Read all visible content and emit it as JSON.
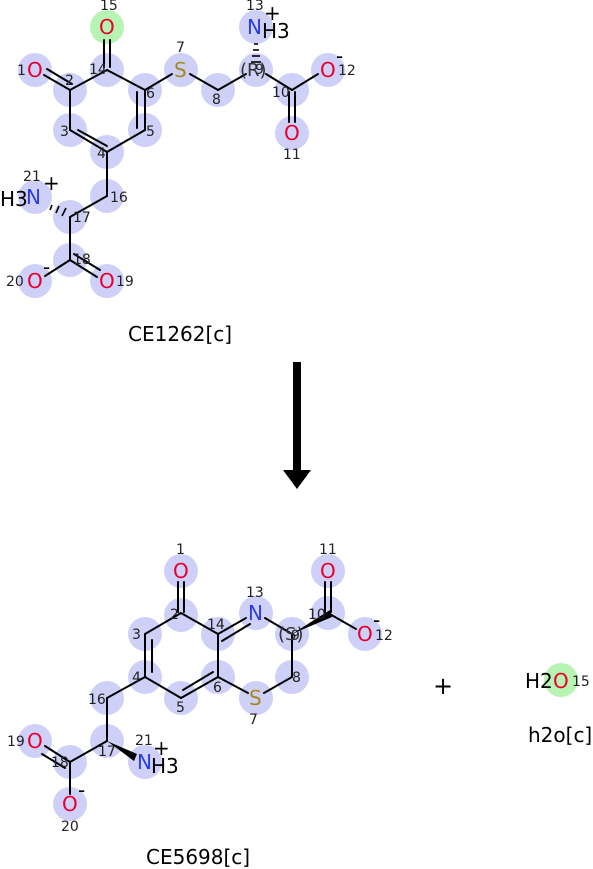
{
  "reactant": {
    "name": "CE1262[c]",
    "atoms": {
      "o1": "O",
      "o15": "O",
      "s7": "S",
      "n13": "N",
      "h3_13": "H3",
      "plus_13": "+",
      "o12": "O",
      "minus_12": "-",
      "o11": "O",
      "n21": "N",
      "h3_21": "H3",
      "plus_21": "+",
      "o20": "O",
      "minus_20": "-",
      "o19": "O",
      "stereo9": "(R)"
    },
    "labels": [
      "1",
      "2",
      "3",
      "4",
      "5",
      "6",
      "7",
      "8",
      "9",
      "10",
      "11",
      "12",
      "13",
      "14",
      "15",
      "16",
      "17",
      "18",
      "19",
      "20",
      "21"
    ]
  },
  "product1": {
    "name": "CE5698[c]",
    "atoms": {
      "o1": "O",
      "n13": "N",
      "o11": "O",
      "o12": "O",
      "minus_12": "-",
      "s7": "S",
      "o19": "O",
      "o20": "O",
      "minus_20": "-",
      "n21": "N",
      "h3_21": "H3",
      "plus_21": "+",
      "stereo9": "(S)"
    },
    "labels": [
      "1",
      "2",
      "3",
      "4",
      "5",
      "6",
      "7",
      "8",
      "9",
      "10",
      "11",
      "12",
      "13",
      "14",
      "16",
      "17",
      "18",
      "19",
      "20",
      "21"
    ]
  },
  "product2": {
    "name": "h2o[c]",
    "atoms": {
      "h2": "H2",
      "o15": "O",
      "num15": "15"
    }
  },
  "plus_sign": "+"
}
